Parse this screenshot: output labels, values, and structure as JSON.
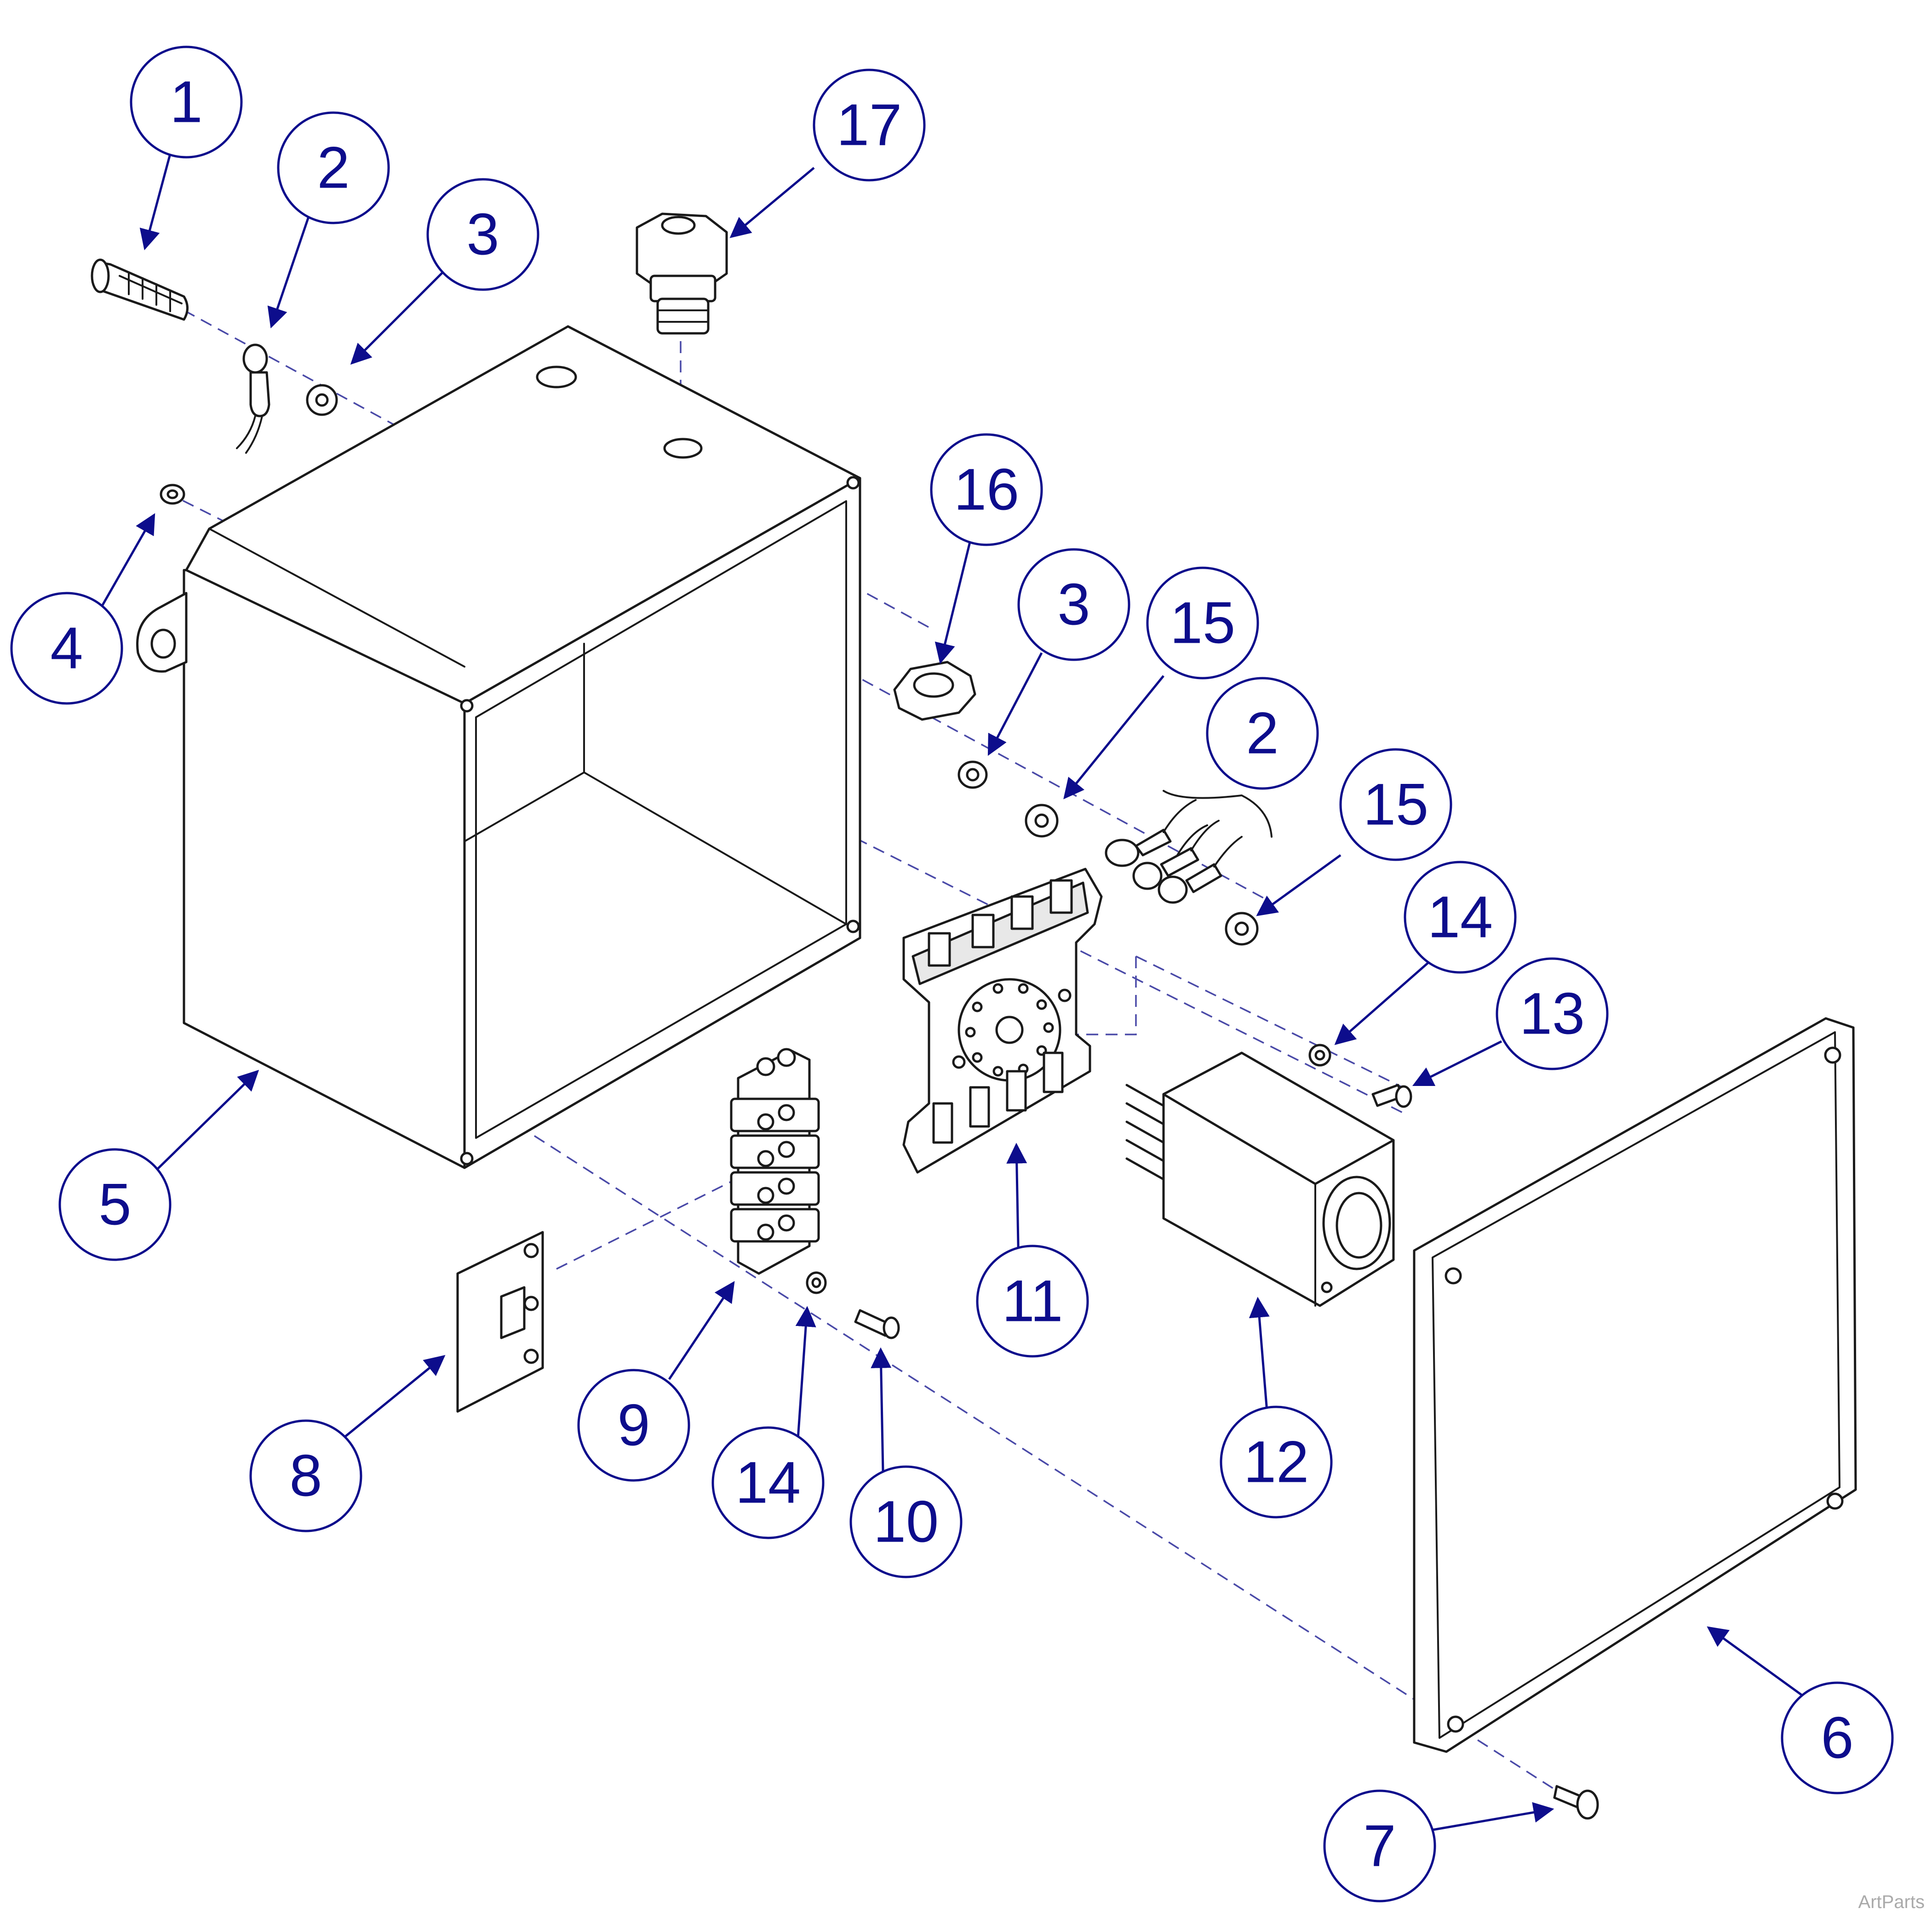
{
  "callouts": {
    "c1": "1",
    "c2_top": "2",
    "c3_top": "3",
    "c4": "4",
    "c5": "5",
    "c6": "6",
    "c7": "7",
    "c8": "8",
    "c9": "9",
    "c10": "10",
    "c11": "11",
    "c12": "12",
    "c13": "13",
    "c14_right": "14",
    "c14_bottom": "14",
    "c15_top": "15",
    "c15_right": "15",
    "c16": "16",
    "c17": "17",
    "c3_right": "3",
    "c2_right": "2"
  },
  "watermark": "ArtParts",
  "colors": {
    "callout": "#0d0d8c",
    "centerline": "#4a4aa8",
    "line_art": "#1a1a1a"
  }
}
